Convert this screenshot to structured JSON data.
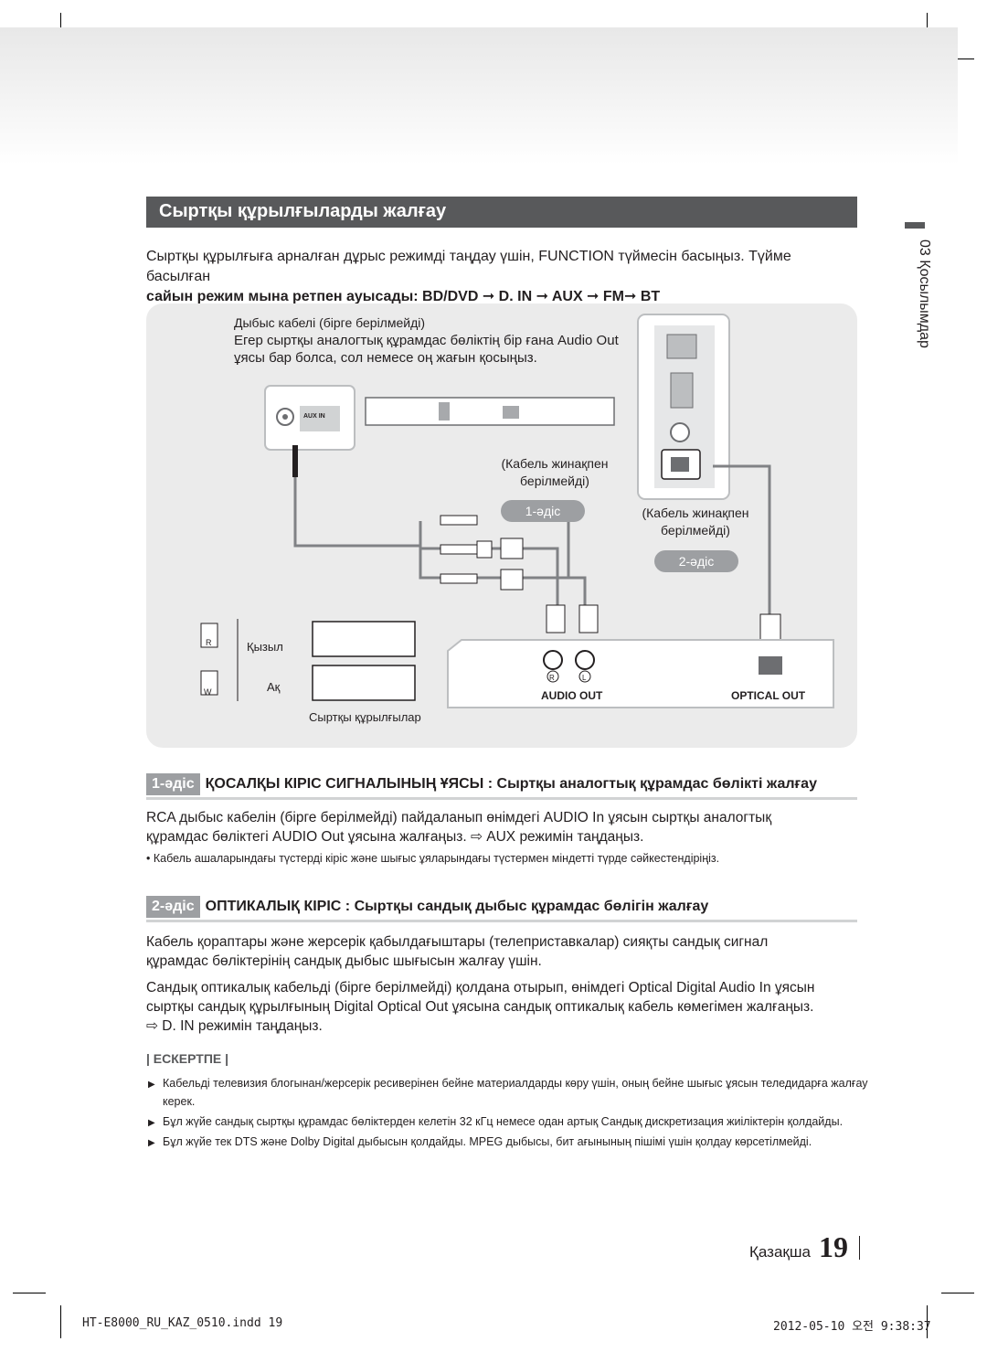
{
  "header": {
    "title": "Сыртқы құрылғыларды жалғау"
  },
  "sidebar": {
    "chapter": "03 Қосылымдар"
  },
  "intro": {
    "line1": "Сыртқы құрылғыға арналған дұрыс режимді таңдау үшін, FUNCTION түймесін басыңыз. Түйме басылған",
    "line2": "сайын режим мына ретпен ауысады: BD/DVD ➞ D. IN ➞ AUX ➞ FM➞ BT"
  },
  "diagram": {
    "audio_cable_note_1": "Дыбыс кабелі (бірге берілмейді)",
    "audio_cable_note_2": "Егер сыртқы аналогтық құрамдас бөліктің бір ғана Audio Out",
    "audio_cable_note_3": "ұясы бар болса, сол немесе оң жағын қосыңыз.",
    "aux_in": "AUX IN",
    "cable_not_supplied_1a": "(Кабель жинақпен",
    "cable_not_supplied_1b": "берілмейді)",
    "method1": "1-әдіс",
    "cable_not_supplied_2a": "(Кабель жинақпен",
    "cable_not_supplied_2b": "берілмейді)",
    "method2": "2-әдіс",
    "red_label": "Қызыл",
    "white_label": "Ақ",
    "r_plug": "R",
    "w_plug": "W",
    "ext_devices": "Сыртқы құрылғылар",
    "r_jack": "R",
    "l_jack": "L",
    "audio_out": "AUDIO OUT",
    "optical_out": "OPTICAL OUT"
  },
  "section1": {
    "tag": "1-әдіс",
    "title": "ҚОСАЛҚЫ КІРІС СИГНАЛЫНЫҢ ҰЯСЫ : Сыртқы аналогтық құрамдас бөлікті жалғау",
    "p1": "RCA дыбыс кабелін (бірге берілмейді) пайдаланып өнімдегі AUDIO In ұясын сыртқы аналогтық",
    "p2": "құрамдас бөліктегі AUDIO Out ұясына жалғаңыз. ⇨ AUX режимін таңдаңыз.",
    "bullet": "Кабель ашаларындағы түстерді кіріс және шығыс ұяларындағы түстермен міндетті түрде сәйкестендіріңіз."
  },
  "section2": {
    "tag": "2-әдіс",
    "title": "ОПТИКАЛЫҚ КІРІС : Сыртқы сандық дыбыс құрамдас бөлігін жалғау",
    "p1": "Кабель қораптары және жерсерік қабылдағыштары (телеприставкалар) сияқты сандық сигнал",
    "p2": "құрамдас бөліктерінің сандық дыбыс шығысын жалғау үшін.",
    "p3": "Сандық оптикалық кабельді (бірге берілмейді) қолдана отырып, өнімдегі Optical Digital Audio In ұясын",
    "p4": "сыртқы сандық құрылғының Digital Optical Out ұясына сандық оптикалық кабель көмегімен жалғаңыз.",
    "p5": "⇨ D. IN режимін таңдаңыз."
  },
  "notes": {
    "title": "| ЕСКЕРТПЕ |",
    "items": [
      "Кабельді телевизия блогынан/жерсерік ресиверінен бейне материалдарды көру үшін, оның бейне шығыс ұясын теледидарға жалғау",
      "керек.",
      "Бұл жүйе сандық сыртқы құрамдас бөліктерден келетін 32 кГц немесе одан артық Сандық дискретизация жиіліктерін қолдайды.",
      "Бұл жүйе тек DTS және Dolby Digital дыбысын қолдайды. MPEG дыбысы, бит ағынының пішімі үшін қолдау көрсетілмейді."
    ]
  },
  "page": {
    "language": "Қазақша",
    "number": "19"
  },
  "footer": {
    "file": "HT-E8000_RU_KAZ_0510.indd   19",
    "date": "2012-05-10   오전 9:38:37"
  }
}
